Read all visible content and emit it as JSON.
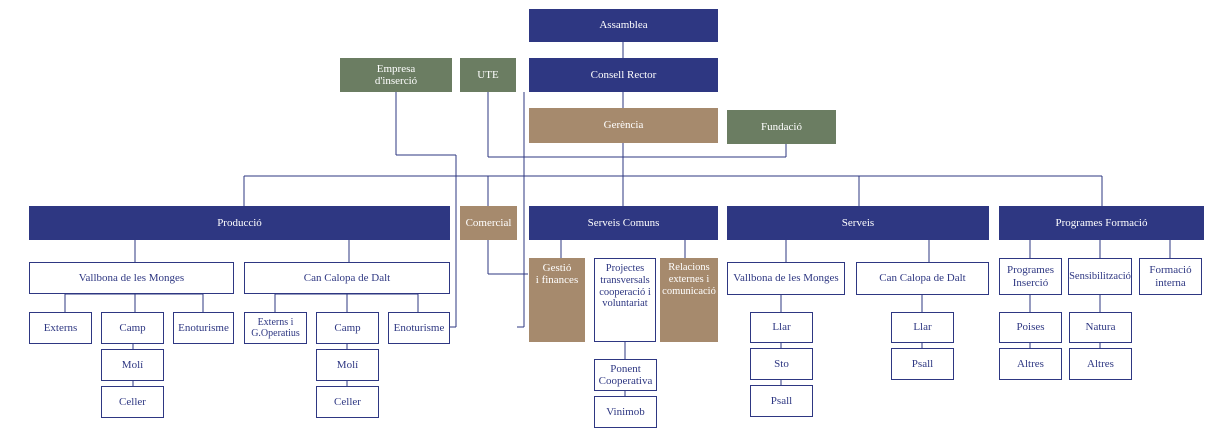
{
  "colors": {
    "navy": "#2e3782",
    "tan": "#a68a6d",
    "green": "#6b7d62",
    "line": "#2e3782"
  },
  "nodes": {
    "assemblea": "Assamblea",
    "consell_rector": "Consell Rector",
    "empresa_insercio": "Empresa\nd'inserció",
    "ute": "UTE",
    "gerencia": "Gerència",
    "fundacio": "Fundació",
    "produccio": "Producció",
    "comercial": "Comercial",
    "serveis_comuns": "Serveis Comuns",
    "serveis": "Serveis",
    "programes_formacio": "Programes Formació",
    "prod_vallbona": "Vallbona de les Monges",
    "prod_can_calopa": "Can Calopa de Dalt",
    "prod_v_externs": "Externs",
    "prod_v_camp": "Camp",
    "prod_v_enoturisme": "Enoturisme",
    "prod_v_moli": "Molí",
    "prod_v_celler": "Celler",
    "prod_c_externs": "Externs i\nG.Operatius",
    "prod_c_camp": "Camp",
    "prod_c_enoturisme": "Enoturisme",
    "prod_c_moli": "Molí",
    "prod_c_celler": "Celler",
    "sc_gestio": "Gestió\ni finances",
    "sc_projectes": "Projectes\ntransversals\ncooperació i\nvoluntariat",
    "sc_relacions": "Relacions\nexternes i\ncomunicació",
    "sc_ponent": "Ponent\nCooperativa",
    "sc_vinimob": "Vinimob",
    "serv_vallbona": "Vallbona de les Monges",
    "serv_can_calopa": "Can Calopa de Dalt",
    "serv_v_llar": "Llar",
    "serv_v_sto": "Sto",
    "serv_v_psall": "Psall",
    "serv_c_llar": "Llar",
    "serv_c_psall": "Psall",
    "pf_insercio": "Programes\nInserció",
    "pf_sensibilitzacio": "Sensibilització",
    "pf_formacio_interna": "Formació\ninterna",
    "pf_poises": "Poises",
    "pf_altres1": "Altres",
    "pf_natura": "Natura",
    "pf_altres2": "Altres"
  }
}
